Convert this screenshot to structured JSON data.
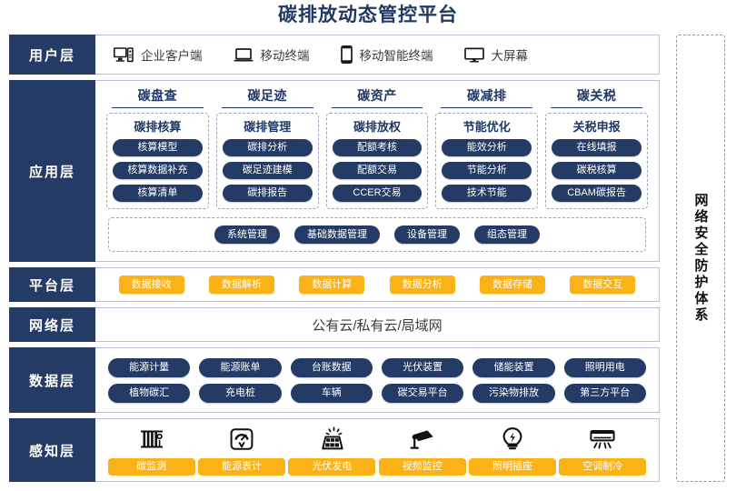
{
  "title": "碳排放动态管控平台",
  "security_sidebar": {
    "label": "网络安全防护体系"
  },
  "layers": {
    "user": {
      "label": "用户层",
      "items": [
        {
          "icon": "desktop-tower-icon",
          "label": "企业客户端"
        },
        {
          "icon": "laptop-icon",
          "label": "移动终端"
        },
        {
          "icon": "smartphone-icon",
          "label": "移动智能终端"
        },
        {
          "icon": "large-screen-icon",
          "label": "大屏幕"
        }
      ]
    },
    "application": {
      "label": "应用层",
      "groups": [
        {
          "title": "碳盘查",
          "subtitle": "碳排核算",
          "items": [
            "核算模型",
            "核算数据补充",
            "核算清单"
          ]
        },
        {
          "title": "碳足迹",
          "subtitle": "碳排管理",
          "items": [
            "碳排分析",
            "碳足迹建模",
            "碳排报告"
          ]
        },
        {
          "title": "碳资产",
          "subtitle": "碳排放权",
          "items": [
            "配额考核",
            "配额交易",
            "CCER交易"
          ]
        },
        {
          "title": "碳减排",
          "subtitle": "节能优化",
          "items": [
            "能效分析",
            "节能分析",
            "技术节能"
          ]
        },
        {
          "title": "碳关税",
          "subtitle": "关税申报",
          "items": [
            "在线填报",
            "碳税核算",
            "CBAM碳报告"
          ]
        }
      ],
      "management": [
        "系统管理",
        "基础数据管理",
        "设备管理",
        "组态管理"
      ]
    },
    "platform": {
      "label": "平台层",
      "items": [
        "数据接收",
        "数据解析",
        "数据计算",
        "数据分析",
        "数据存储",
        "数据交互"
      ]
    },
    "network": {
      "label": "网络层",
      "text": "公有云/私有云/局域网"
    },
    "data": {
      "label": "数据层",
      "rows": [
        [
          "能源计量",
          "能源账单",
          "台账数据",
          "光伏装置",
          "储能装置",
          "照明用电"
        ],
        [
          "植物碳汇",
          "充电桩",
          "车辆",
          "碳交易平台",
          "污染物排放",
          "第三方平台"
        ]
      ]
    },
    "sense": {
      "label": "感知层",
      "items": [
        {
          "icon": "carbon-monitor-icon",
          "label": "碳监测"
        },
        {
          "icon": "energy-meter-icon",
          "label": "能源表计"
        },
        {
          "icon": "solar-panel-icon",
          "label": "光伏发电"
        },
        {
          "icon": "cctv-camera-icon",
          "label": "视频监控"
        },
        {
          "icon": "light-bulb-icon",
          "label": "照明插座"
        },
        {
          "icon": "air-conditioner-icon",
          "label": "空调制冷"
        }
      ]
    }
  },
  "colors": {
    "navy": "#243b66",
    "title_navy": "#1f3864",
    "amber": "#fbb216",
    "border": "#b9c3d6"
  }
}
